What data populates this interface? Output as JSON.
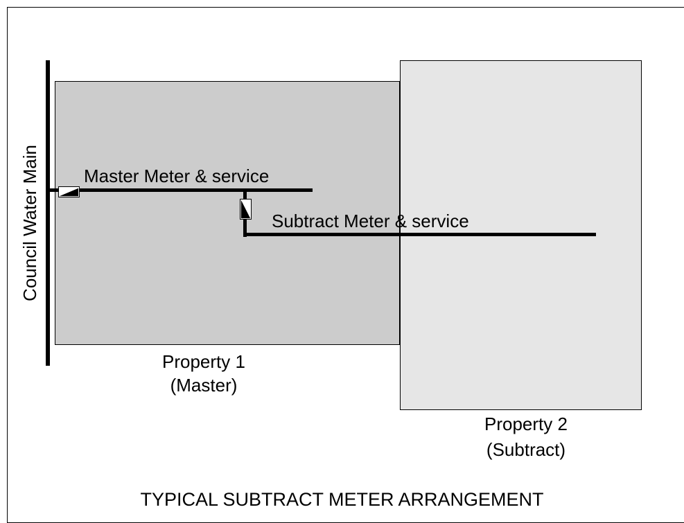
{
  "diagram": {
    "title": "TYPICAL SUBTRACT METER ARRANGEMENT",
    "water_main_label": "Council Water Main",
    "master_service_label": "Master Meter & service",
    "subtract_service_label": "Subtract Meter & service",
    "property_1": {
      "name": "Property 1",
      "role": "(Master)"
    },
    "property_2": {
      "name": "Property 2",
      "role": "(Subtract)"
    },
    "colors": {
      "property_1_fill": "#cccccc",
      "property_2_fill": "#e6e6e6",
      "pipe": "#000000",
      "meter": "#ffffff"
    }
  }
}
